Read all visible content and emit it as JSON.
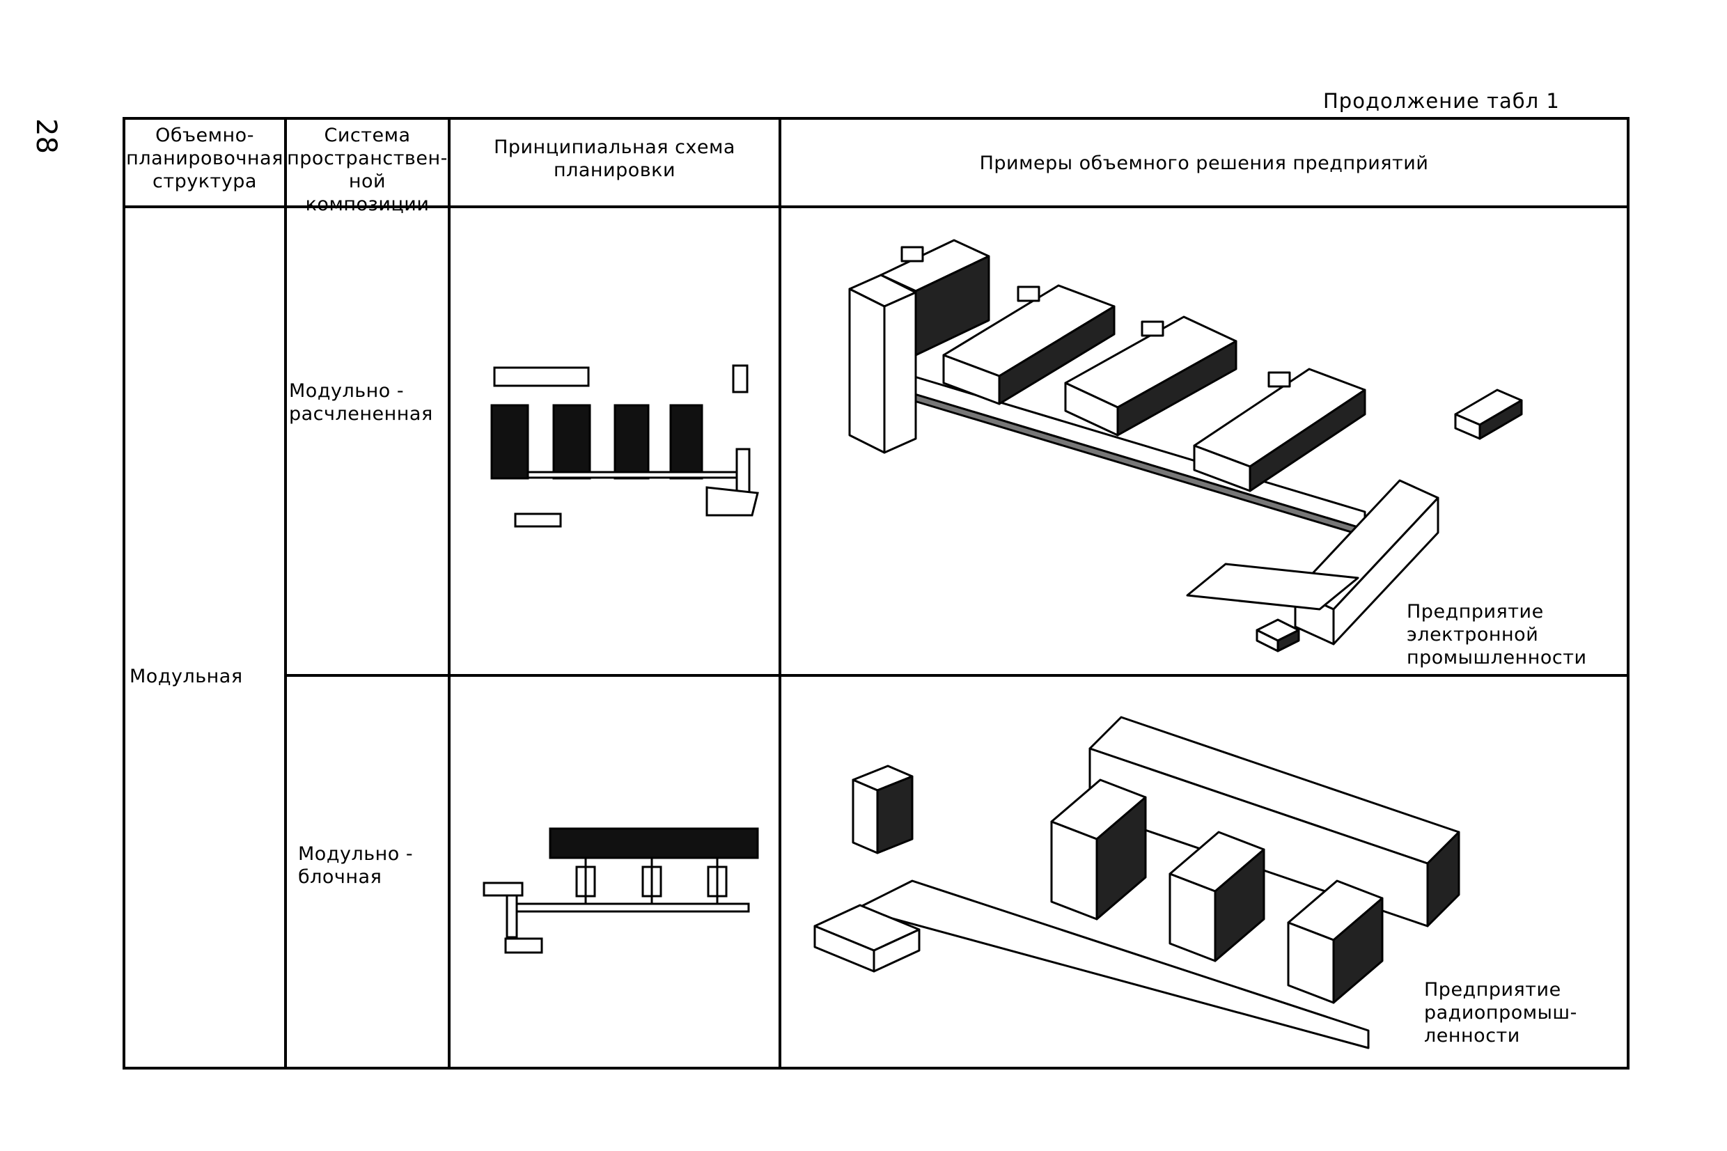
{
  "page_number": "28",
  "caption": "Продолжение табл 1",
  "table": {
    "headers": {
      "col1": [
        "Объемно-",
        "планировочная",
        "структура"
      ],
      "col2": [
        "Система",
        "пространствен-",
        "ной композиции"
      ],
      "col3": [
        "Принципиальная схема",
        "планировки"
      ],
      "col4": "Примеры объемного решения предприятий"
    },
    "structure": "Модульная",
    "rows": [
      {
        "system": [
          "Модульно -",
          "расчлененная"
        ],
        "example_caption": [
          "Предприятие",
          "электронной",
          "промышленности"
        ]
      },
      {
        "system": [
          "Модульно -",
          "блочная"
        ],
        "example_caption": [
          "Предприятие",
          "радиопромыш-",
          "ленности"
        ]
      }
    ]
  }
}
